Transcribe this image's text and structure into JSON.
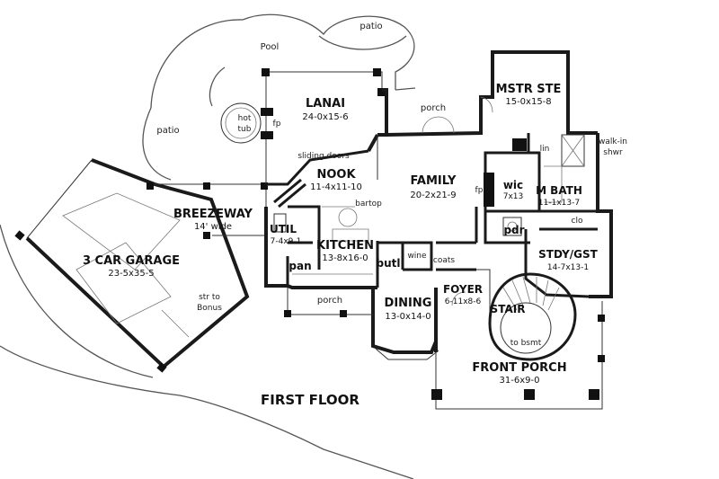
{
  "plan_title": "FIRST FLOOR",
  "rooms": {
    "lanai": {
      "name": "LANAI",
      "dims": "24-0x15-6"
    },
    "mstr_ste": {
      "name": "MSTR STE",
      "dims": "15-0x15-8"
    },
    "nook": {
      "name": "NOOK",
      "dims": "11-4x11-10"
    },
    "family": {
      "name": "FAMILY",
      "dims": "20-2x21-9"
    },
    "breezeway": {
      "name": "BREEZEWAY",
      "dims": "14' wide"
    },
    "garage": {
      "name": "3 CAR GARAGE",
      "dims": "23-5x35-5"
    },
    "util": {
      "name": "UTIL",
      "dims": "7-4x9-1"
    },
    "kitchen": {
      "name": "KITCHEN",
      "dims": "13-8x16-0"
    },
    "wic": {
      "name": "wic",
      "dims": "7x13"
    },
    "m_bath": {
      "name": "M BATH",
      "dims": "11-1x13-7"
    },
    "stdy_gst": {
      "name": "STDY/GST",
      "dims": "14-7x13-1"
    },
    "dining": {
      "name": "DINING",
      "dims": "13-0x14-0"
    },
    "foyer": {
      "name": "FOYER",
      "dims": "6-11x8-6"
    },
    "front_porch": {
      "name": "FRONT PORCH",
      "dims": "31-6x9-0"
    }
  },
  "labels": {
    "pool": "Pool",
    "patio_top": "patio",
    "patio_left": "patio",
    "hot_tub_1": "hot",
    "hot_tub_2": "tub",
    "fp_lanai": "fp",
    "porch_top": "porch",
    "sliding_doors": "sliding doors",
    "walk_in_1": "walk-in",
    "walk_in_2": "shwr",
    "lin": "lin",
    "fp_family": "fp",
    "bartop": "bartop",
    "pdr": "pdr",
    "clo": "clo",
    "pan": "pan",
    "butl": "butl",
    "wine": "wine",
    "coats": "coats",
    "stair": "STAIR",
    "to_bsmt": "to bsmt",
    "str_to_1": "str to",
    "str_to_2": "Bonus",
    "porch_bottom": "porch"
  }
}
